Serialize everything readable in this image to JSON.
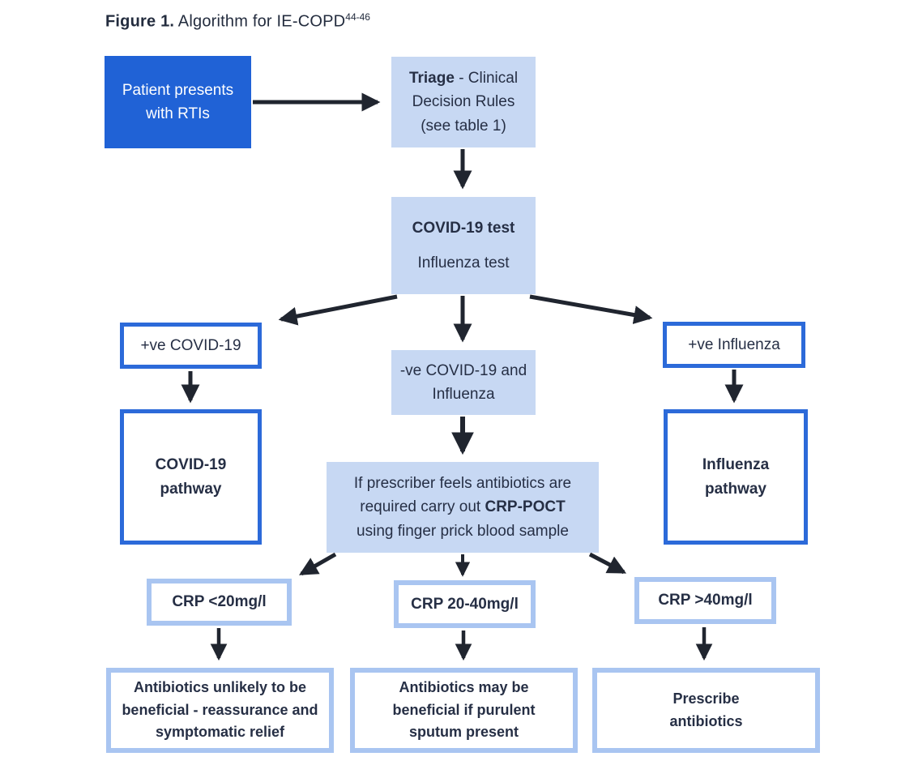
{
  "figure": {
    "label": "Figure 1.",
    "title": " Algorithm for IE-COPD",
    "superscript": "44-46"
  },
  "colors": {
    "primary_blue": "#2062d6",
    "light_blue_fill": "#c7d8f3",
    "box_border_blue": "#2c6ad9",
    "box_border_light": "#a9c5f1",
    "text_dark": "#262f45",
    "arrow_dark": "#20252f",
    "background": "#ffffff"
  },
  "nodes": {
    "patient": {
      "text": "Patient presents with RTIs"
    },
    "triage": {
      "bold": "Triage",
      "rest": " - Clinical Decision Rules (see table 1)"
    },
    "covid_test": {
      "line1": "COVID-19 test",
      "line2": "Influenza test"
    },
    "pos_covid": {
      "text": "+ve COVID-19"
    },
    "neg_covid_flu": {
      "text": "-ve COVID-19 and Influenza"
    },
    "pos_flu": {
      "text": "+ve Influenza"
    },
    "covid_pathway": {
      "text": "COVID-19 pathway"
    },
    "crp_poct": {
      "part1": "If prescriber feels antibiotics are required carry out ",
      "bold": "CRP-POCT",
      "part2": " using finger prick blood sample"
    },
    "flu_pathway": {
      "text": "Influenza pathway"
    },
    "crp_low": {
      "text": "CRP <20mg/l"
    },
    "crp_mid": {
      "text": "CRP 20-40mg/l"
    },
    "crp_high": {
      "text": "CRP >40mg/l"
    },
    "out_low": {
      "text": "Antibiotics unlikely to be beneficial - reassurance and symptomatic relief"
    },
    "out_mid": {
      "text": "Antibiotics may be beneficial if purulent sputum present"
    },
    "out_high": {
      "text": "Prescribe antibiotics"
    }
  }
}
